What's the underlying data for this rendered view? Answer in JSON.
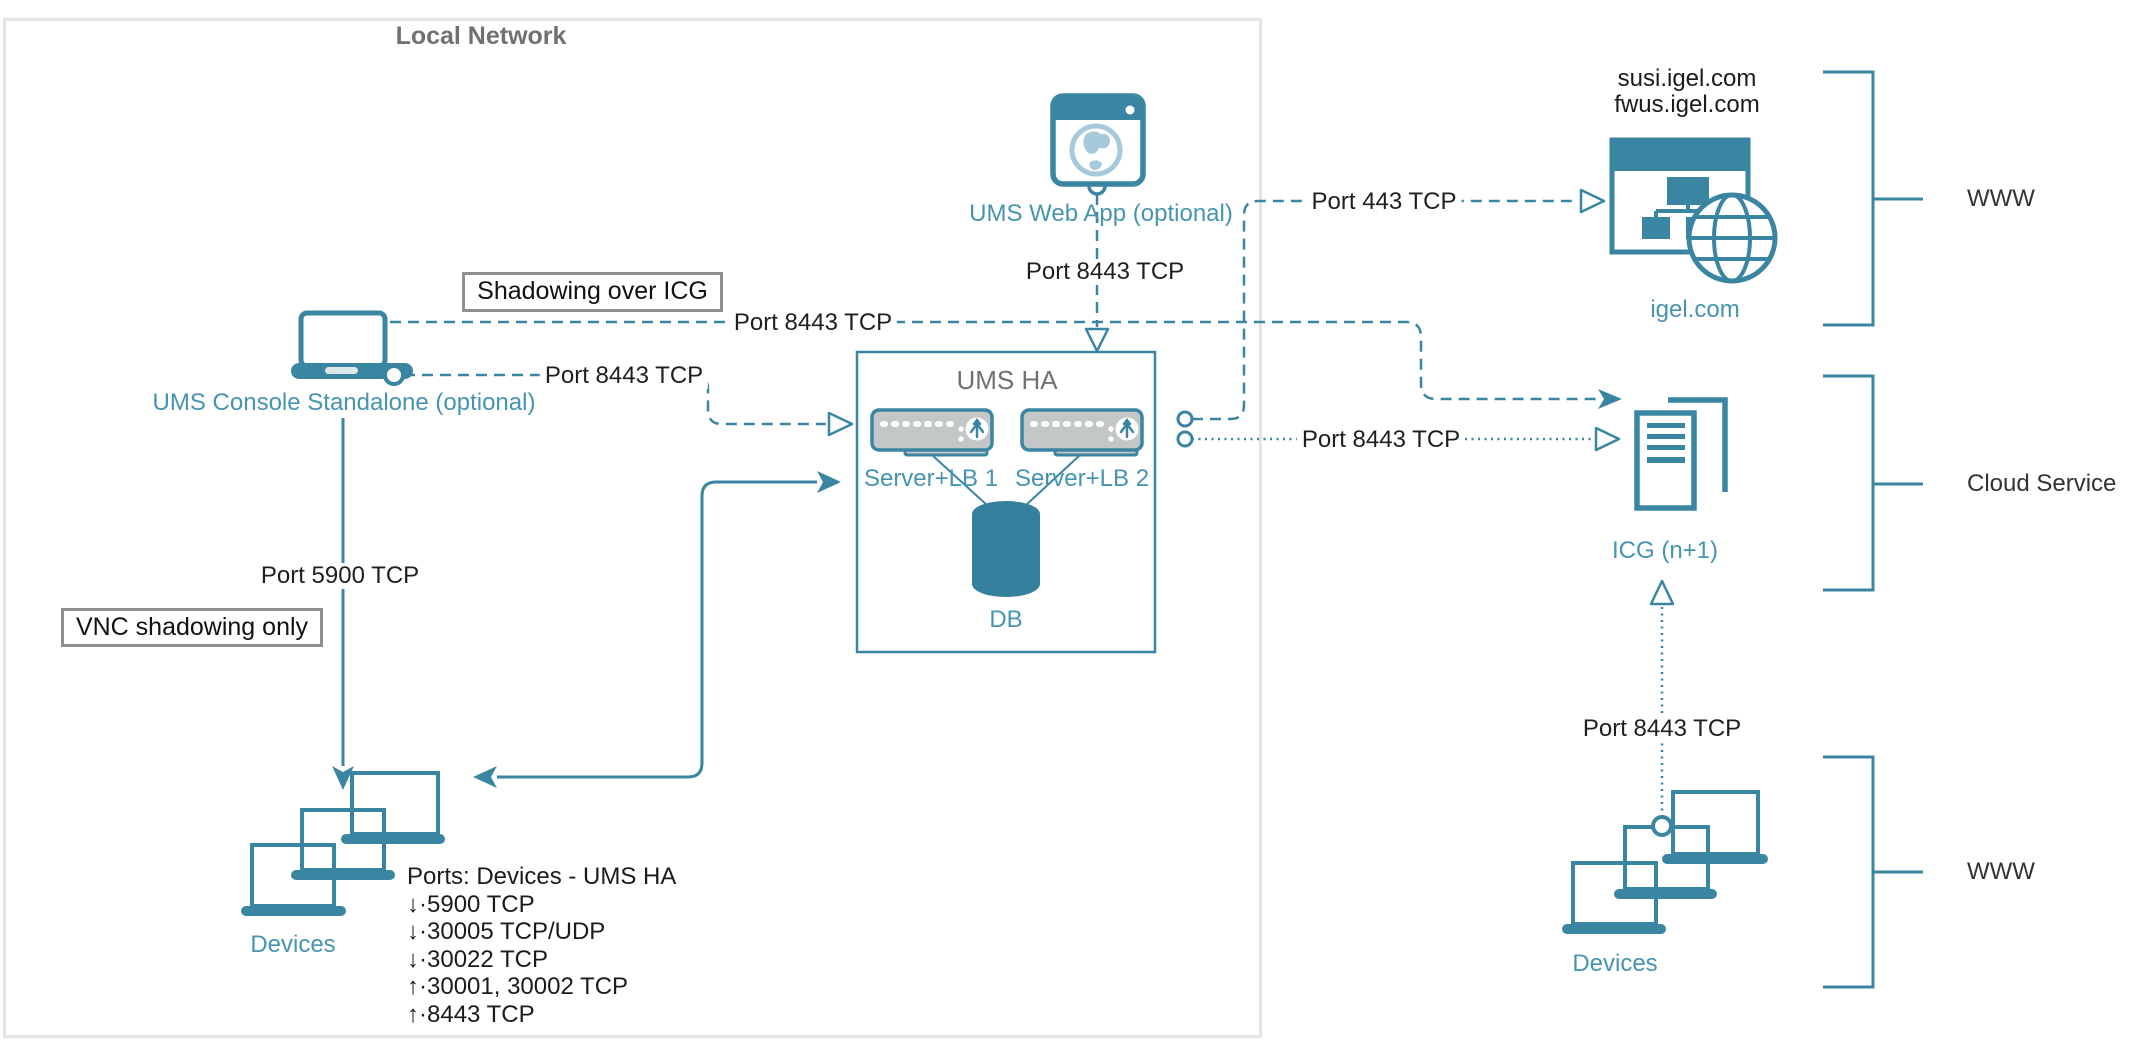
{
  "colors": {
    "teal": "#3a86a2",
    "teal_text": "#4694b0",
    "gray_text": "#6f7173",
    "server_fill": "#c3c7c8",
    "globe_blue": "#a6c9db",
    "frame_border": "#e4e4e4",
    "note_border": "#8f8f8f"
  },
  "frame": {
    "title": "Local Network"
  },
  "zones": {
    "www_top": "WWW",
    "cloud_service": "Cloud Service",
    "www_bottom": "WWW"
  },
  "nodes": {
    "console": {
      "label": "UMS Console Standalone (optional)"
    },
    "webapp": {
      "label": "UMS Web App (optional)"
    },
    "umsha": {
      "title": "UMS HA",
      "server1": "Server+LB 1",
      "server2": "Server+LB 2",
      "db": "DB"
    },
    "igel": {
      "domain1": "susi.igel.com",
      "domain2": "fwus.igel.com",
      "label": "igel.com"
    },
    "icg": {
      "label": "ICG (n+1)"
    },
    "devices_local": {
      "label": "Devices"
    },
    "devices_remote": {
      "label": "Devices"
    }
  },
  "edges": {
    "shadowing_note": "Shadowing over ICG",
    "shadowing_port": "Port 8443 TCP",
    "console_umsha_port": "Port 8443 TCP",
    "webapp_umsha_port": "Port 8443 TCP",
    "umsha_igel_port": "Port 443 TCP",
    "umsha_icg_port": "Port 8443 TCP",
    "devices_icg_port": "Port 8443 TCP",
    "console_devices_port": "Port 5900 TCP",
    "vnc_note": "VNC shadowing only"
  },
  "ports_list": {
    "title": "Ports: Devices - UMS HA",
    "items": [
      "↓·5900 TCP",
      "↓·30005 TCP/UDP",
      "↓·30022 TCP",
      "↑·30001, 30002 TCP",
      "↑·8443 TCP"
    ]
  }
}
